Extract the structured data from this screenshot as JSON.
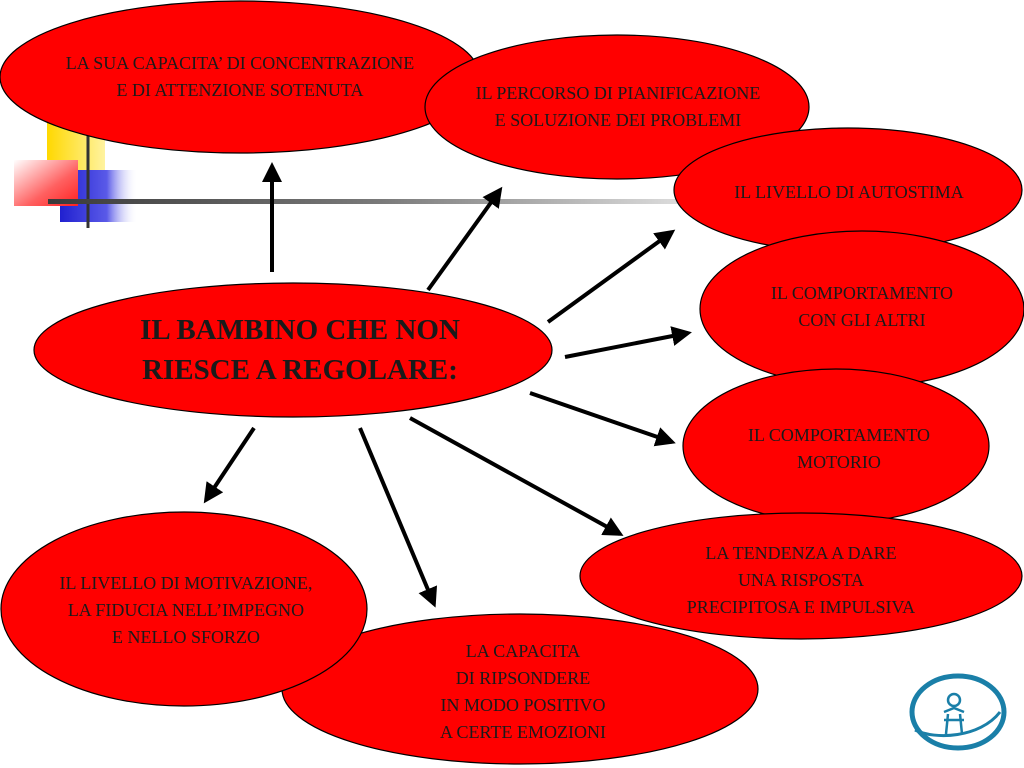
{
  "slide": {
    "center_node": {
      "lines": [
        "IL BAMBINO CHE NON",
        "RIESCE A REGOLARE:"
      ]
    },
    "nodes": [
      {
        "id": "concentrazione",
        "lines": [
          "LA SUA CAPACITA’ DI CONCENTRAZIONE",
          "E DI ATTENZIONE SOTENUTA"
        ]
      },
      {
        "id": "pianificazione",
        "lines": [
          "IL PERCORSO DI PIANIFICAZIONE",
          "E SOLUZIONE DEI PROBLEMI"
        ]
      },
      {
        "id": "autostima",
        "lines": [
          "IL LIVELLO DI AUTOSTIMA"
        ]
      },
      {
        "id": "comportamento-altri",
        "lines": [
          "IL COMPORTAMENTO",
          "CON GLI ALTRI"
        ]
      },
      {
        "id": "comportamento-motorio",
        "lines": [
          "IL COMPORTAMENTO",
          "MOTORIO"
        ]
      },
      {
        "id": "risposta-impulsiva",
        "lines": [
          "LA TENDENZA A DARE",
          "UNA RISPOSTA",
          "PRECIPITOSA E IMPULSIVA"
        ]
      },
      {
        "id": "emozioni",
        "lines": [
          "LA CAPACITA",
          "DI RIPSONDERE",
          "IN MODO POSITIVO",
          "A CERTE EMOZIONI"
        ]
      },
      {
        "id": "motivazione",
        "lines": [
          "IL LIVELLO DI MOTIVAZIONE,",
          "LA FIDUCIA NELL’IMPEGNO",
          "E NELLO SFORZO"
        ]
      }
    ],
    "colors": {
      "node_fill": "#ff0000",
      "node_stroke": "#000000",
      "arrow": "#000000",
      "deco_yellow": "#ffd800",
      "deco_blue": "#2a2ad8",
      "deco_red": "#ff3030",
      "logo": "#1a7fa8"
    }
  }
}
